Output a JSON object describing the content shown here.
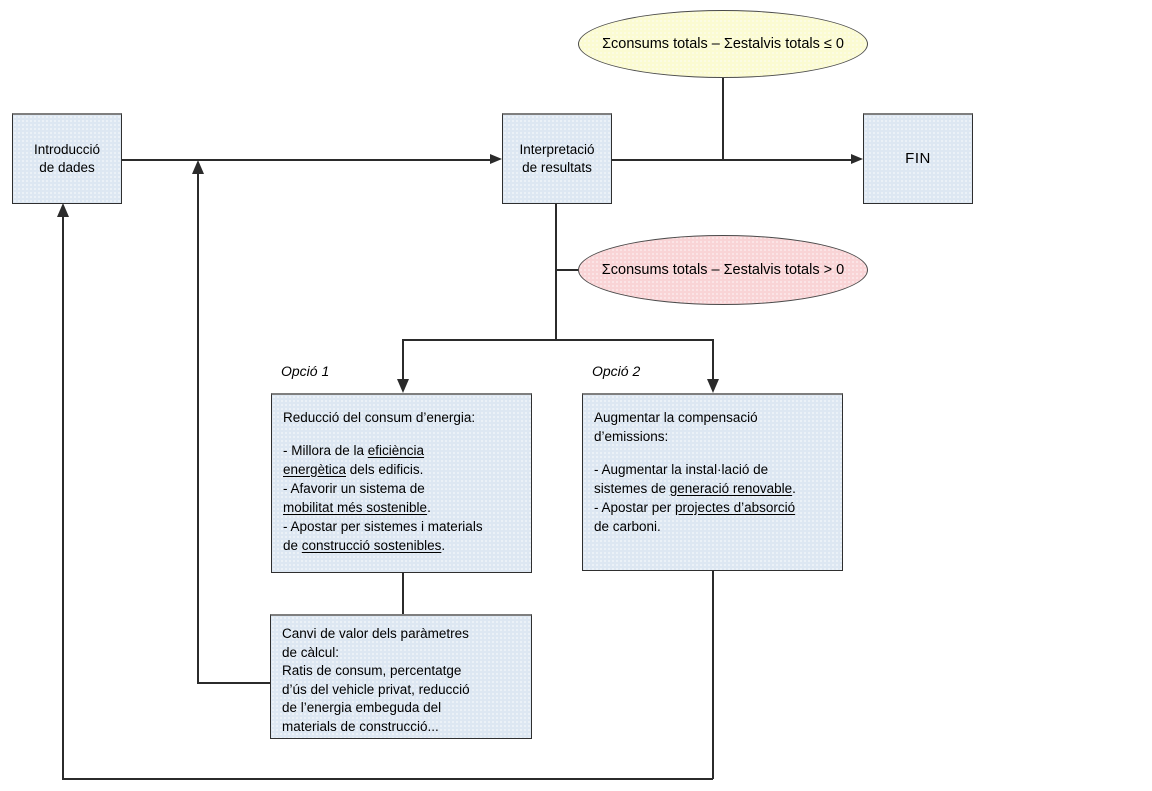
{
  "colors": {
    "box-fill": "#dde7f2",
    "box-border": "#2f2f2f",
    "box-top": "#7f7f7f",
    "yellow-fill": "#fbfbd2",
    "pink-fill": "#f9d4d6",
    "ellipse-border": "#4a4a4a",
    "line": "#2b2b2b",
    "text": "#000000"
  },
  "diagram": {
    "condition_top": "Σconsums totals – Σestalvis totals ≤ 0",
    "condition_bottom": "Σconsums totals – Σestalvis totals > 0",
    "intro_box": "Introducció\nde dades",
    "interpret_box": "Interpretació\nde resultats",
    "fin_box": "FIN",
    "option1_label": "Opció 1",
    "option2_label": "Opció 2",
    "option1_lines": [
      [
        {
          "t": "Reducció del consum d’energia:"
        }
      ],
      [],
      [
        {
          "t": "- Millora de la "
        },
        {
          "t": "eficiència",
          "u": true
        }
      ],
      [
        {
          "t": "energètica",
          "u": true
        },
        {
          "t": " dels edificis."
        }
      ],
      [
        {
          "t": "- Afavorir un sistema de"
        }
      ],
      [
        {
          "t": "mobilitat més sostenible",
          "u": true
        },
        {
          "t": "."
        }
      ],
      [
        {
          "t": "- Apostar per sistemes i materials"
        }
      ],
      [
        {
          "t": "de "
        },
        {
          "t": "construcció sostenibles",
          "u": true
        },
        {
          "t": "."
        }
      ]
    ],
    "option2_lines": [
      [
        {
          "t": "Augmentar la compensació"
        }
      ],
      [
        {
          "t": "d’emissions:"
        }
      ],
      [],
      [
        {
          "t": "- Augmentar la instal·lació de"
        }
      ],
      [
        {
          "t": "sistemes de "
        },
        {
          "t": "generació renovable",
          "u": true
        },
        {
          "t": "."
        }
      ],
      [
        {
          "t": "- Apostar per "
        },
        {
          "t": "projectes d’absorció",
          "u": true
        }
      ],
      [
        {
          "t": "de carboni."
        }
      ]
    ],
    "params_lines": [
      [
        {
          "t": "Canvi de valor dels paràmetres"
        }
      ],
      [
        {
          "t": "de càlcul:"
        }
      ],
      [
        {
          "t": "Ratis de consum, percentatge"
        }
      ],
      [
        {
          "t": "d’ús del vehicle privat, reducció"
        }
      ],
      [
        {
          "t": "de l’energia embeguda del"
        }
      ],
      [
        {
          "t": "materials de construcció..."
        }
      ]
    ]
  }
}
